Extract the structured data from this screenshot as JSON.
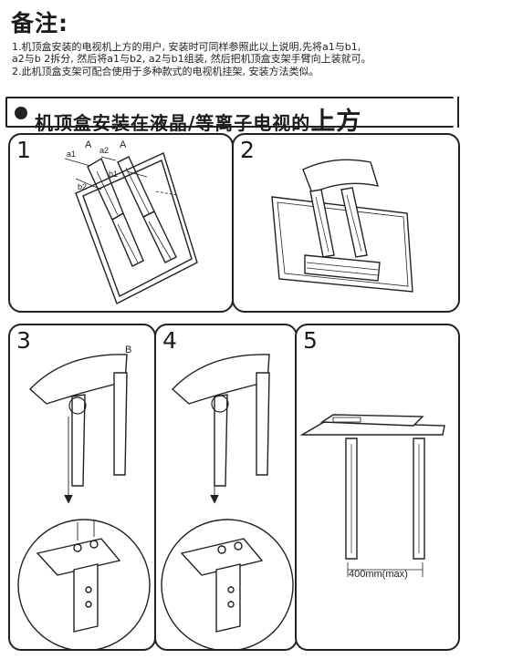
{
  "notes": {
    "title": "备注:",
    "line1": "1.机顶盒安装的电视机上方的用户, 安装时可同样参照此以上说明,先将a1与b1,",
    "line2": "a2与b 2拆分, 然后将a1与b2, a2与b1组装, 然后把机顶盒支架手臂向上装就可。",
    "line3": "2.此机顶盒支架可配合使用于多种款式的电视机挂架, 安装方法类似。"
  },
  "section": {
    "title_main": "机顶盒安装在液晶/等离子电视的",
    "title_end": "上方"
  },
  "steps": [
    {
      "number": "1",
      "labels": {
        "a_left": "A",
        "a_right": "A",
        "a1": "a1",
        "a2": "a2",
        "b1": "b1",
        "b2": "b2"
      }
    },
    {
      "number": "2"
    },
    {
      "number": "3",
      "labels": {
        "b": "B"
      }
    },
    {
      "number": "4"
    },
    {
      "number": "5",
      "dimension": "400mm(max)"
    }
  ],
  "colors": {
    "ink": "#222222",
    "paper": "#ffffff"
  }
}
